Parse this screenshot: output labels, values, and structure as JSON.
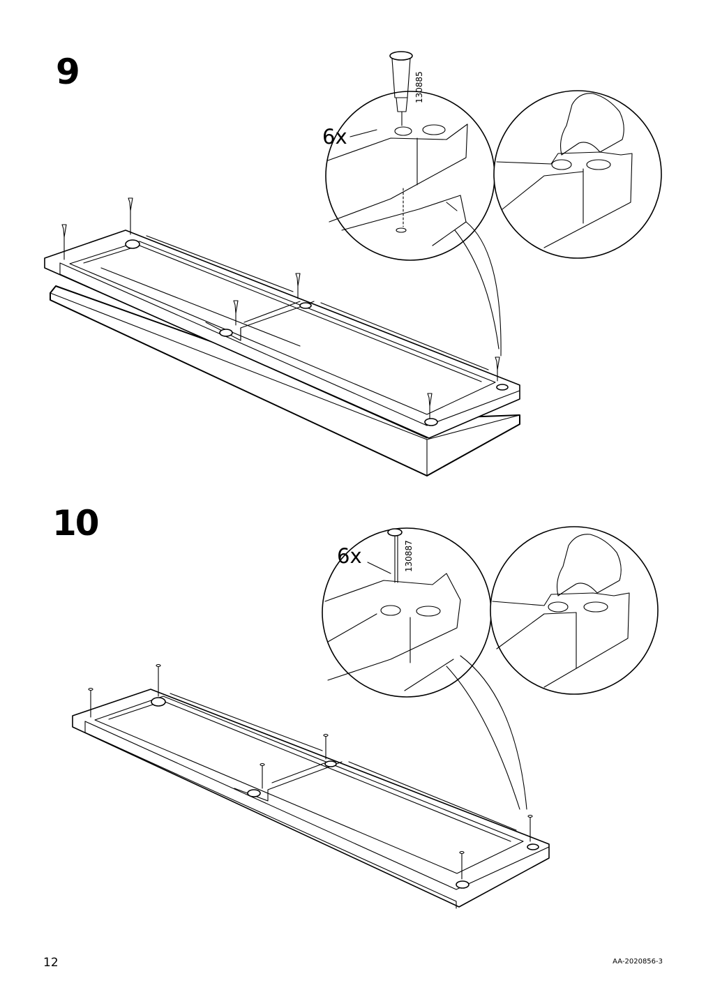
{
  "steps": [
    {
      "number": "9",
      "quantity": "6x",
      "part_number": "130885"
    },
    {
      "number": "10",
      "quantity": "6x",
      "part_number": "130887"
    }
  ],
  "footer": {
    "page_number": "12",
    "document_code": "AA-2020856-3"
  }
}
